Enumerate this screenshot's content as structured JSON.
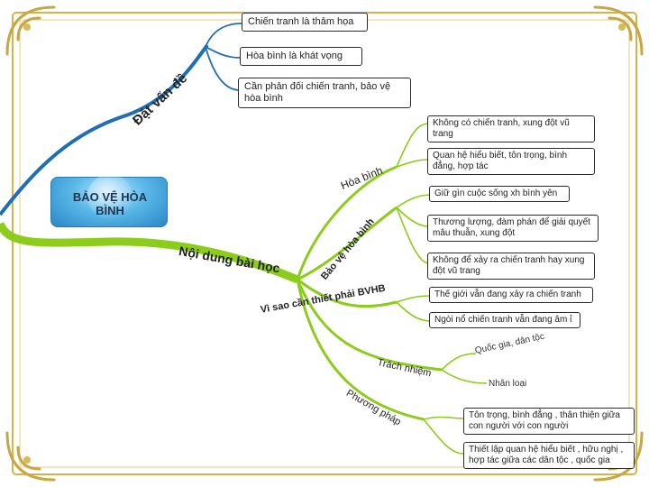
{
  "center": {
    "title_line1": "BẢO VỆ HÒA",
    "title_line2": "BÌNH"
  },
  "branches": {
    "dat_van_de": "Đặt vấn đề",
    "noi_dung": "Nội dung bài học",
    "hoa_binh": "Hòa bình",
    "bao_ve": "Bảo vệ hòa bình",
    "vi_sao": "Vì sao cần thiết phải BVHB",
    "trach_nhiem": "Trách nhiệm",
    "phuong_phap": "Phương pháp"
  },
  "dat_van_de_items": [
    "Chiến tranh là thảm họa",
    "Hòa bình là khát vọng",
    "Cần phản đối chiến tranh, bảo vệ hòa bình"
  ],
  "hoa_binh_items": [
    "Không có chiến tranh, xung đột vũ trang",
    "Quan hệ hiểu biết, tôn trọng, bình đẳng, hợp tác"
  ],
  "bao_ve_items": [
    "Giữ gìn cuộc sống xh bình yên",
    "Thương lượng, đàm phán để giải quyết mâu thuẫn, xung đột",
    "Không để xảy ra chiến tranh hay xung đột vũ trang"
  ],
  "vi_sao_items": [
    "Thế giới vẫn đang xảy ra chiến tranh",
    "Ngòi nổ chiến tranh vẫn đang âm ỉ"
  ],
  "trach_nhiem_items": [
    "Quốc gia, dân tộc",
    "Nhân loại"
  ],
  "phuong_phap_items": [
    "Tôn trọng, bình đẳng , thân thiện giữa con người với con người",
    "Thiết lập quan hệ hiểu biết , hữu nghị , hợp tác giữa các dân tộc , quốc gia"
  ],
  "colors": {
    "frame": "#c9a640",
    "blue_branch": "#1f6fb5",
    "green_branch": "#8ccc1a"
  }
}
